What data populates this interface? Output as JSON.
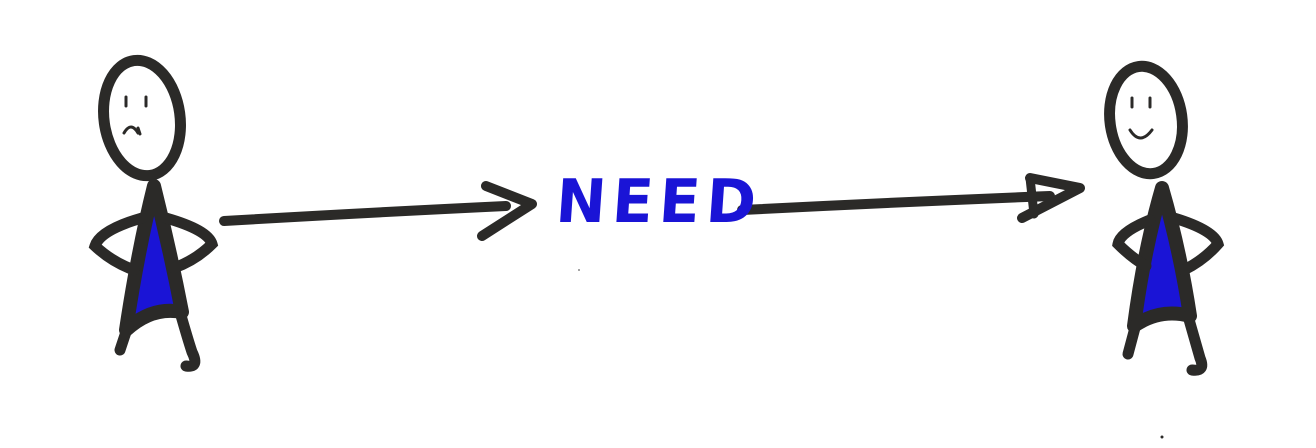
{
  "diagram": {
    "label": "NEED",
    "colors": {
      "ink": "#2b2a28",
      "body_fill": "#1a14d6",
      "label": "#1a14d6",
      "background": "#ffffff"
    },
    "figures": [
      {
        "expression": "sad"
      },
      {
        "expression": "happy"
      }
    ]
  }
}
